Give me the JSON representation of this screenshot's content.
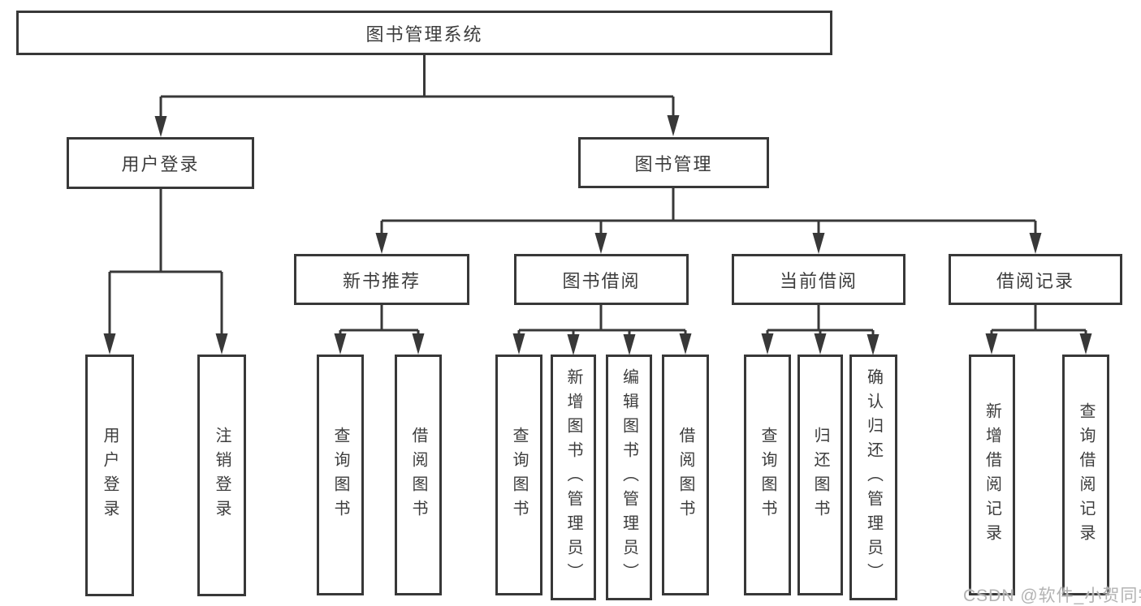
{
  "tree": {
    "root": "图书管理系统",
    "branches": [
      {
        "label": "用户登录",
        "children": [
          "用户登录",
          "注销登录"
        ]
      },
      {
        "label": "图书管理",
        "groups": [
          {
            "label": "新书推荐",
            "children": [
              "查询图书",
              "借阅图书"
            ]
          },
          {
            "label": "图书借阅",
            "children": [
              "查询图书",
              "新增图书（管理员）",
              "编辑图书（管理员）",
              "借阅图书"
            ]
          },
          {
            "label": "当前借阅",
            "children": [
              "查询图书",
              "归还图书",
              "确认归还（管理员）"
            ]
          },
          {
            "label": "借阅记录",
            "children": [
              "新增借阅记录",
              "查询借阅记录"
            ]
          }
        ]
      }
    ]
  },
  "watermark": "CSDN @软件_小贺同学",
  "colors": {
    "line": "#383838",
    "box_border": "#383838",
    "text": "#3d3d3d",
    "watermark": "#b3b3b3",
    "background": "#ffffff"
  }
}
